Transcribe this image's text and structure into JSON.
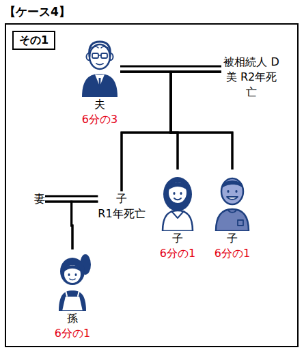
{
  "diagram": {
    "title": "【ケース4】",
    "nodes": [
      {
        "text": [
          "その1"
        ]
      },
      {
        "text": [
          "夫",
          "6分の3"
        ]
      },
      {
        "text": [
          "被相続人 D美 R2年死亡"
        ]
      },
      {
        "text": [
          "妻"
        ]
      },
      {
        "text": [
          "子",
          "R1年死亡"
        ]
      },
      {
        "text": [
          "子",
          "6分の1"
        ]
      },
      {
        "text": [
          "子",
          "6分の1"
        ]
      },
      {
        "text": [
          "孫",
          "6分の1"
        ]
      }
    ],
    "edges": [
      {
        "from": 1,
        "to": 2,
        "arrow": "none"
      },
      {
        "from": 1,
        "to": 4,
        "arrow": "none"
      },
      {
        "from": 1,
        "to": 5,
        "arrow": "none"
      },
      {
        "from": 1,
        "to": 6,
        "arrow": "none"
      },
      {
        "from": 2,
        "to": 4,
        "arrow": "none"
      },
      {
        "from": 2,
        "to": 5,
        "arrow": "none"
      },
      {
        "from": 2,
        "to": 6,
        "arrow": "none"
      },
      {
        "from": 3,
        "to": 4,
        "arrow": "none"
      },
      {
        "from": 3,
        "to": 7,
        "arrow": "none"
      },
      {
        "from": 4,
        "to": 7,
        "arrow": "none"
      }
    ]
  }
}
